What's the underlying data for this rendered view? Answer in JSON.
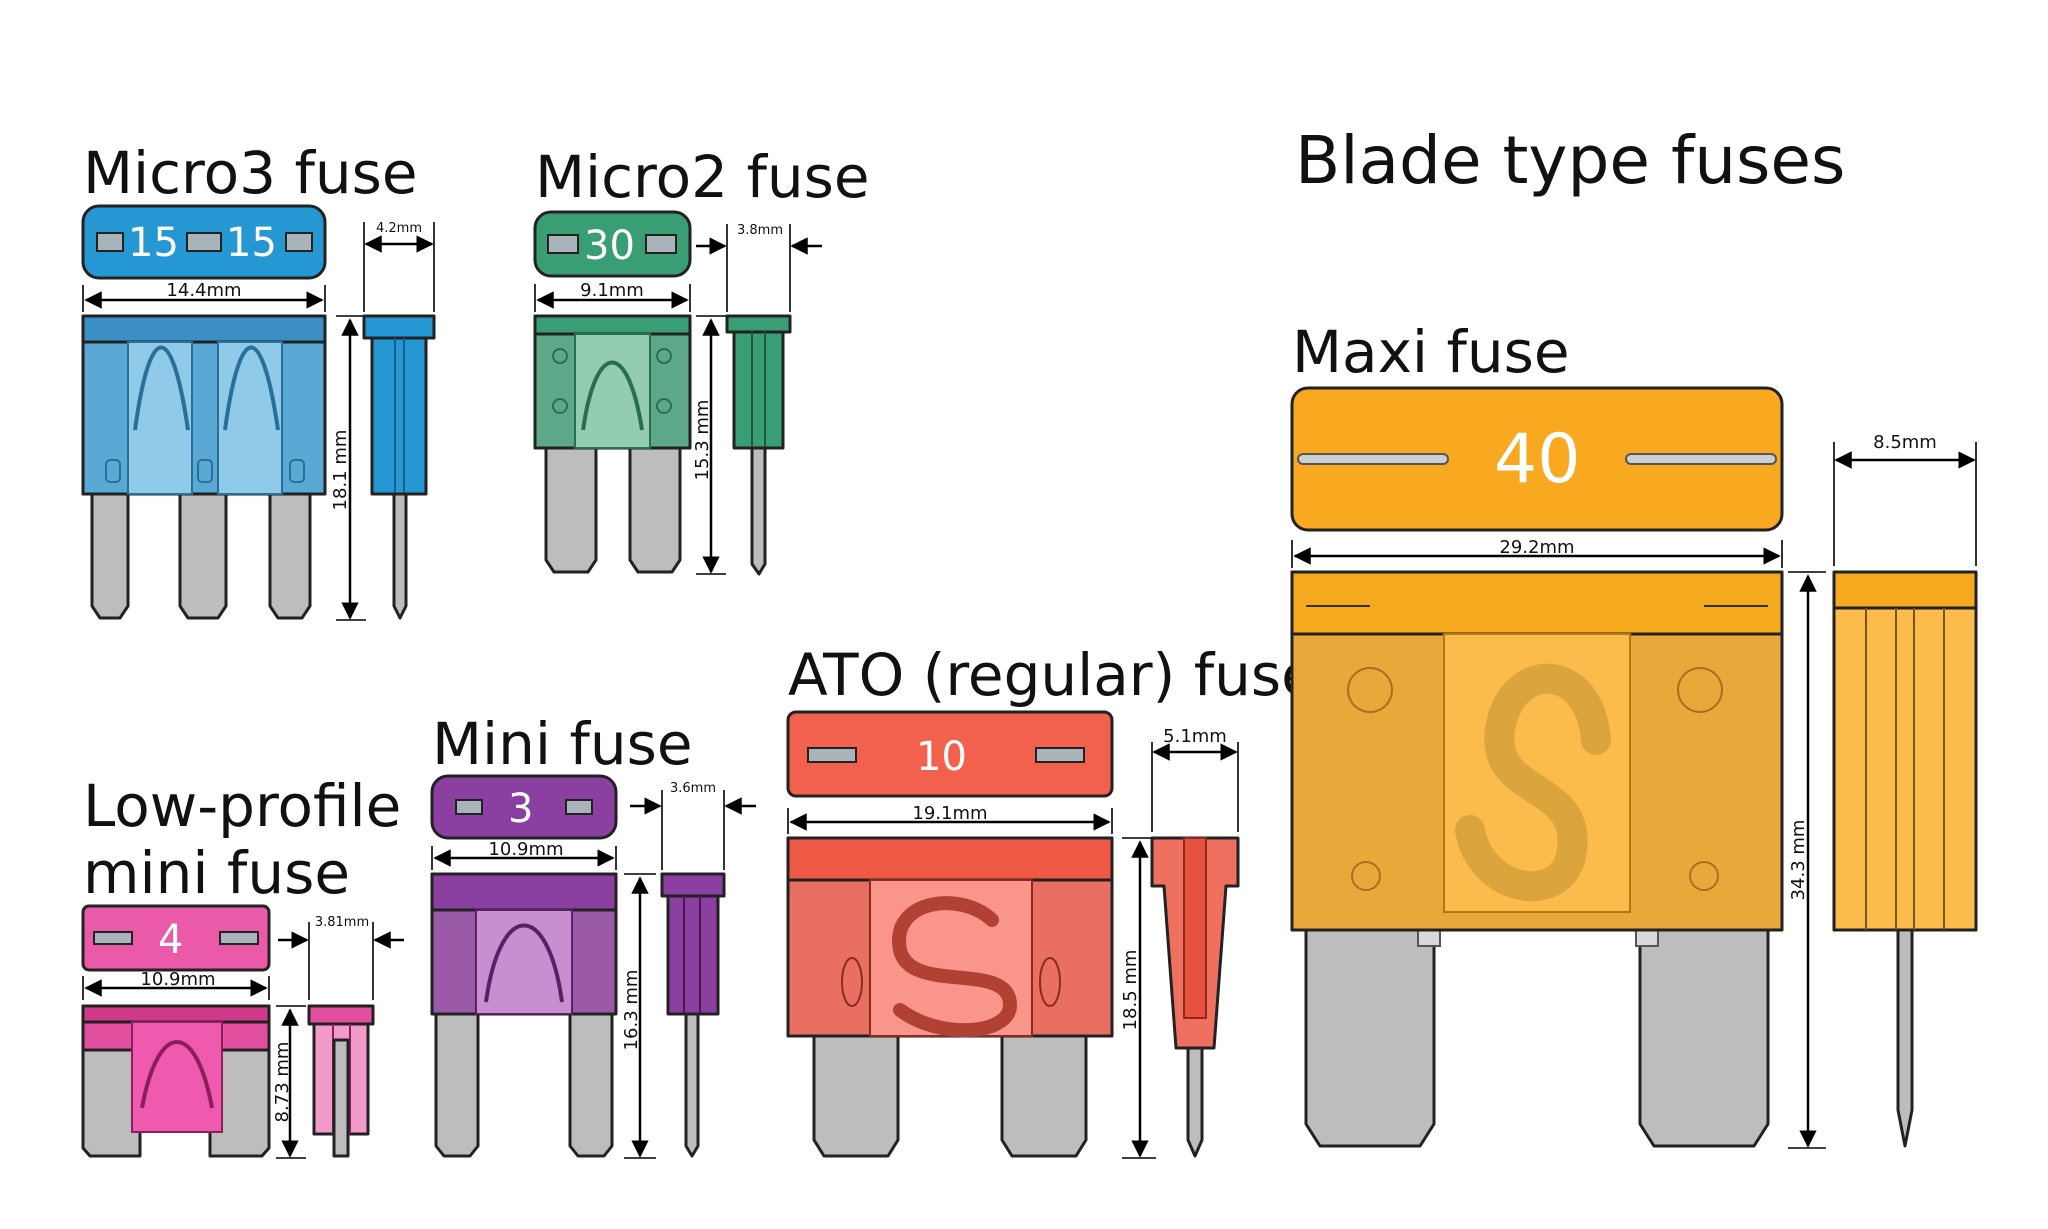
{
  "title": "Blade type fuses",
  "fuses": {
    "micro3": {
      "name": "Micro3 fuse",
      "ratings": [
        "15",
        "15"
      ],
      "width": "14.4mm",
      "thickness": "4.2mm",
      "height": "18.1 mm"
    },
    "micro2": {
      "name": "Micro2 fuse",
      "rating": "30",
      "width": "9.1mm",
      "thickness": "3.8mm",
      "height": "15.3 mm"
    },
    "lowprofile": {
      "name_line1": "Low-profile",
      "name_line2": "mini fuse",
      "rating": "4",
      "width": "10.9mm",
      "thickness": "3.81mm",
      "height": "8.73 mm"
    },
    "mini": {
      "name": "Mini fuse",
      "rating": "3",
      "width": "10.9mm",
      "thickness": "3.6mm",
      "height": "16.3 mm"
    },
    "ato": {
      "name": "ATO (regular) fuse",
      "rating": "10",
      "width": "19.1mm",
      "thickness": "5.1mm",
      "height": "18.5 mm"
    },
    "maxi": {
      "name": "Maxi fuse",
      "rating": "40",
      "width": "29.2mm",
      "thickness": "8.5mm",
      "height": "34.3 mm"
    }
  },
  "colors": {
    "micro3": "#2597d2",
    "micro2": "#3a9e74",
    "lowprofile": "#ea5aa8",
    "mini": "#8b3fa0",
    "ato": "#f2604e",
    "maxi": "#f8a91f",
    "prong": "#bdbdbd"
  }
}
